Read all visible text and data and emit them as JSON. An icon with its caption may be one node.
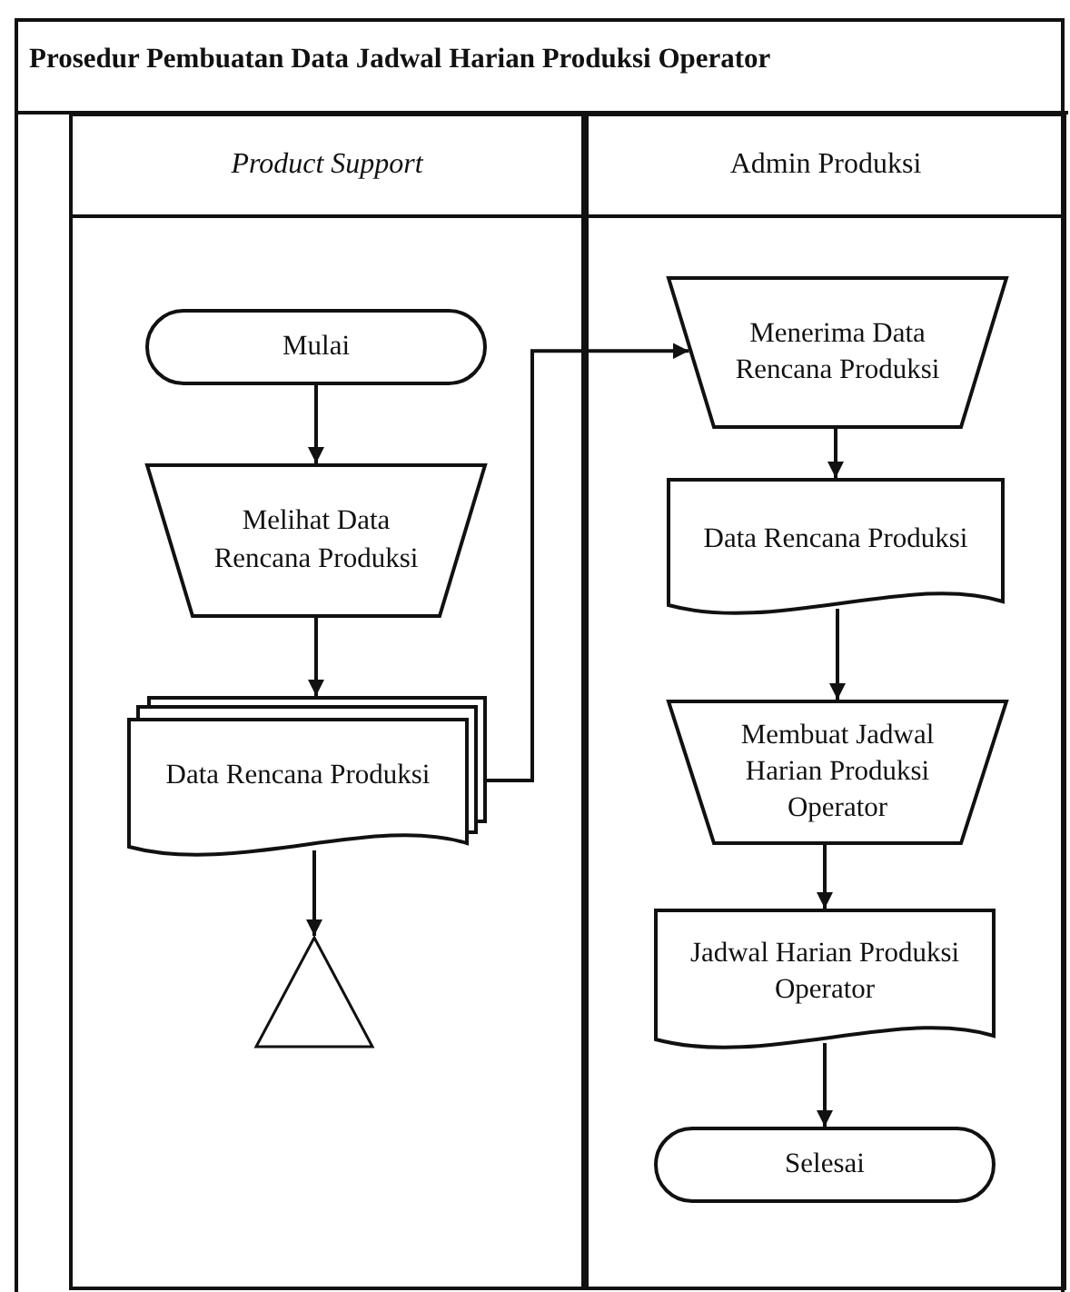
{
  "diagram": {
    "title": "Prosedur Pembuatan Data Jadwal Harian Produksi Operator",
    "nodes": [
      {
        "text": [
          "Product Support"
        ]
      },
      {
        "text": [
          "Admin Produksi"
        ]
      },
      {
        "text": [
          "Mulai"
        ],
        "in": 0
      },
      {
        "text": [
          "Melihat Data Rencana Produksi"
        ],
        "in": 0
      },
      {
        "text": [
          "Data Rencana Produksi"
        ],
        "in": 0
      },
      {
        "text": [],
        "shape": "triangle",
        "in": 0
      },
      {
        "text": [
          "Menerima Data Rencana Produksi"
        ],
        "in": 1
      },
      {
        "text": [
          "Data Rencana Produksi"
        ],
        "in": 1
      },
      {
        "text": [
          "Membuat Jadwal Harian Produksi Operator"
        ],
        "in": 1
      },
      {
        "text": [
          "Jadwal Harian Produksi Operator"
        ],
        "in": 1
      },
      {
        "text": [
          "Selesai"
        ],
        "in": 1
      }
    ],
    "edges": [
      {
        "from": 2,
        "to": 3,
        "arrow": "to"
      },
      {
        "from": 3,
        "to": 4,
        "arrow": "to"
      },
      {
        "from": 4,
        "to": 5,
        "arrow": "to"
      },
      {
        "from": 4,
        "to": 6,
        "arrow": "to"
      },
      {
        "from": 6,
        "to": 7,
        "arrow": "to"
      },
      {
        "from": 7,
        "to": 8,
        "arrow": "to"
      },
      {
        "from": 8,
        "to": 9,
        "arrow": "to"
      },
      {
        "from": 9,
        "to": 10,
        "arrow": "to"
      }
    ]
  }
}
